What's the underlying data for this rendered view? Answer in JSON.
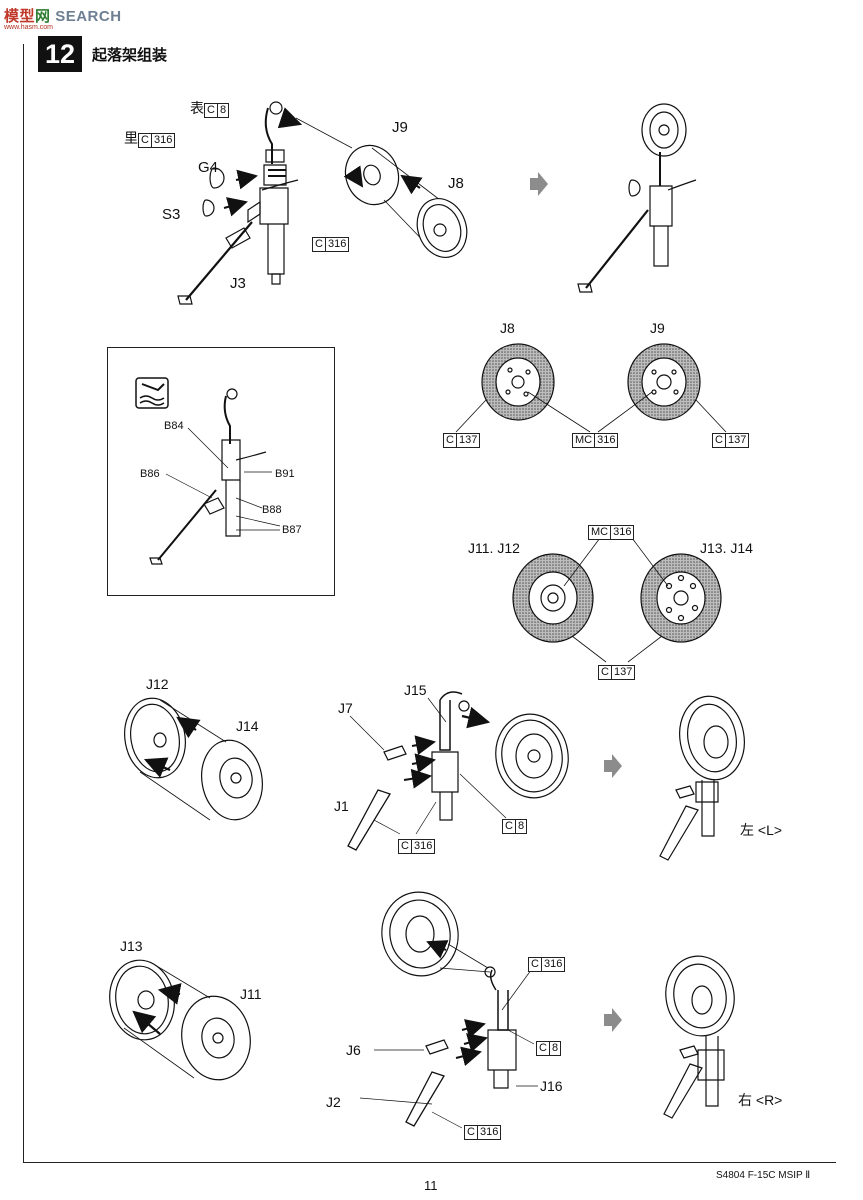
{
  "watermark": {
    "cn": "模型",
    "gr": "网",
    "text": "SEARCH",
    "sub": "www.hasm.com"
  },
  "step": {
    "number": "12",
    "title": "起落架组装"
  },
  "labels": {
    "front_c8_prefix": "表",
    "back_c316_prefix": "里",
    "g4": "G4",
    "s3": "S3",
    "j3": "J3",
    "j9_top": "J9",
    "j8_top": "J8",
    "j8_mid": "J8",
    "j9_mid": "J9",
    "j11_j12": "J11. J12",
    "j13_j14": "J13. J14",
    "j12": "J12",
    "j14": "J14",
    "j7": "J7",
    "j15": "J15",
    "j1": "J1",
    "left": "左 <L>",
    "j13": "J13",
    "j11": "J11",
    "j6": "J6",
    "j2": "J2",
    "j16": "J16",
    "right": "右 <R>",
    "b84": "B84",
    "b86": "B86",
    "b91": "B91",
    "b88": "B88",
    "b87": "B87"
  },
  "color_codes": {
    "c8": [
      "C",
      "8"
    ],
    "c316": [
      "C",
      "316"
    ],
    "c137": [
      "C",
      "137"
    ],
    "mc316": [
      "MC",
      "316"
    ]
  },
  "footer": {
    "page": "11",
    "model": "S4804 F-15C MSIP Ⅱ"
  }
}
